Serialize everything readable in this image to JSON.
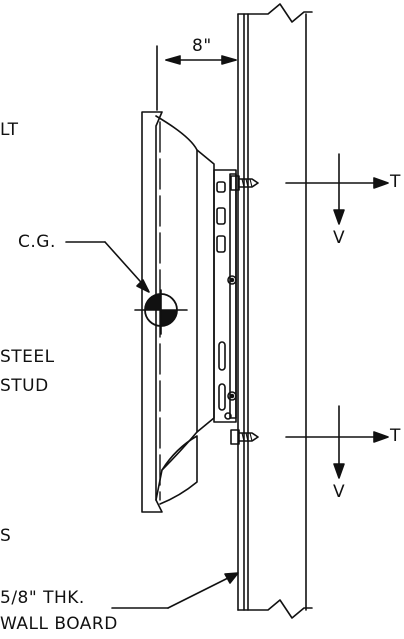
{
  "labels": {
    "dim_8": "8\"",
    "fragment_lt": "LT",
    "cg": "C.G.",
    "steel_line1": "STEEL",
    "steel_line2": "STUD",
    "fragment_s": "S",
    "wallboard_line1": "5/8\" THK.",
    "wallboard_line2": "WALL BOARD",
    "force_t_upper": "T",
    "force_v_upper": "V",
    "force_t_lower": "T",
    "force_v_lower": "V"
  },
  "colors": {
    "ink": "#111111",
    "background": "#ffffff"
  }
}
